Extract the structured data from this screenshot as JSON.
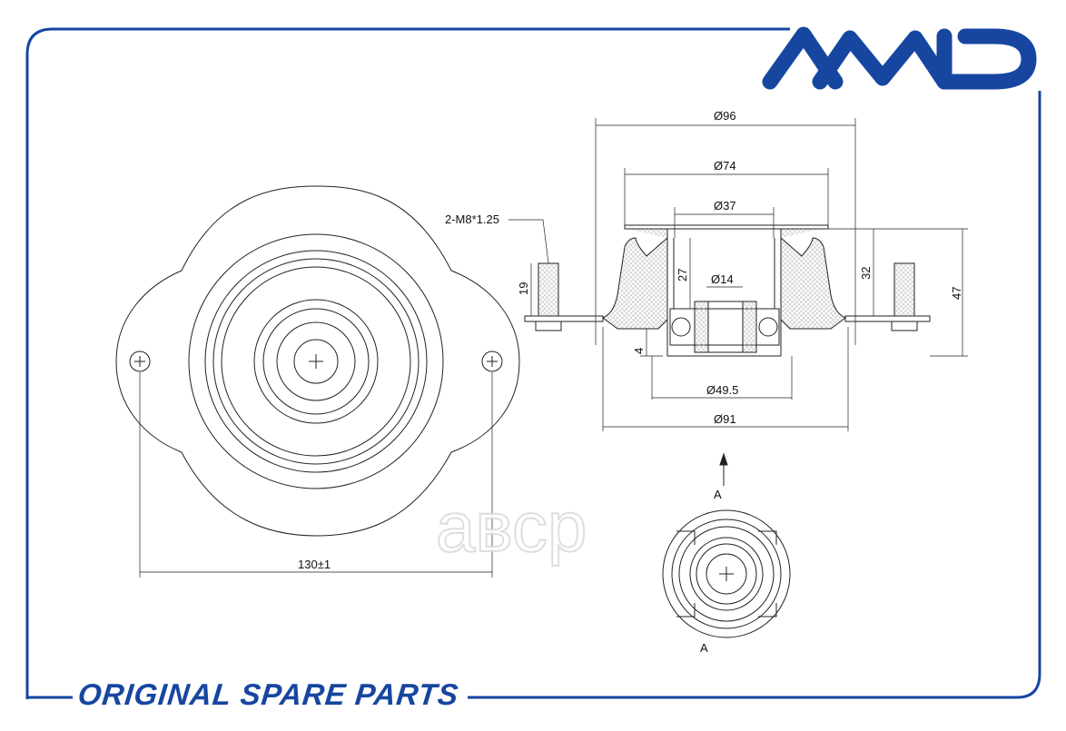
{
  "brand": {
    "logo_text": "AMD",
    "color": "#1646a0"
  },
  "footer": {
    "text": "ORIGINAL SPARE PARTS"
  },
  "watermark": {
    "text": "авср"
  },
  "dimensions": {
    "od96": "Ø96",
    "od74": "Ø74",
    "od37": "Ø37",
    "od14": "Ø14",
    "od49_5": "Ø49.5",
    "od91": "Ø91",
    "h19": "19",
    "h27": "27",
    "h32": "32",
    "h47": "47",
    "h4": "4",
    "bolt_spacing": "130±1",
    "thread": "2-M8*1.25"
  },
  "view_labels": {
    "arrow_label": "A",
    "section_label": "A"
  },
  "colors": {
    "line": "#222222",
    "hatch": "#bbbbbb",
    "frame": "#1646a0"
  }
}
